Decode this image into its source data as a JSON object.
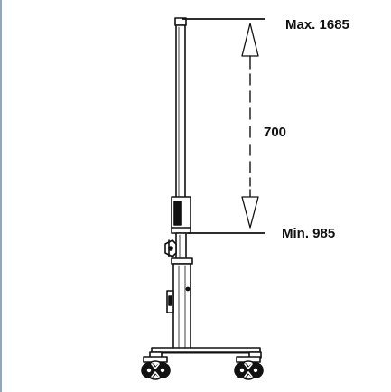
{
  "labels": {
    "max": "Max. 1685",
    "range": "700",
    "min": "Min. 985"
  },
  "colors": {
    "line": "#111111",
    "frame": "#8ea9c4",
    "background": "#ffffff"
  },
  "icons": {
    "casters": "caster-wheel-icon",
    "arrows": "dimension-arrow-icon"
  }
}
